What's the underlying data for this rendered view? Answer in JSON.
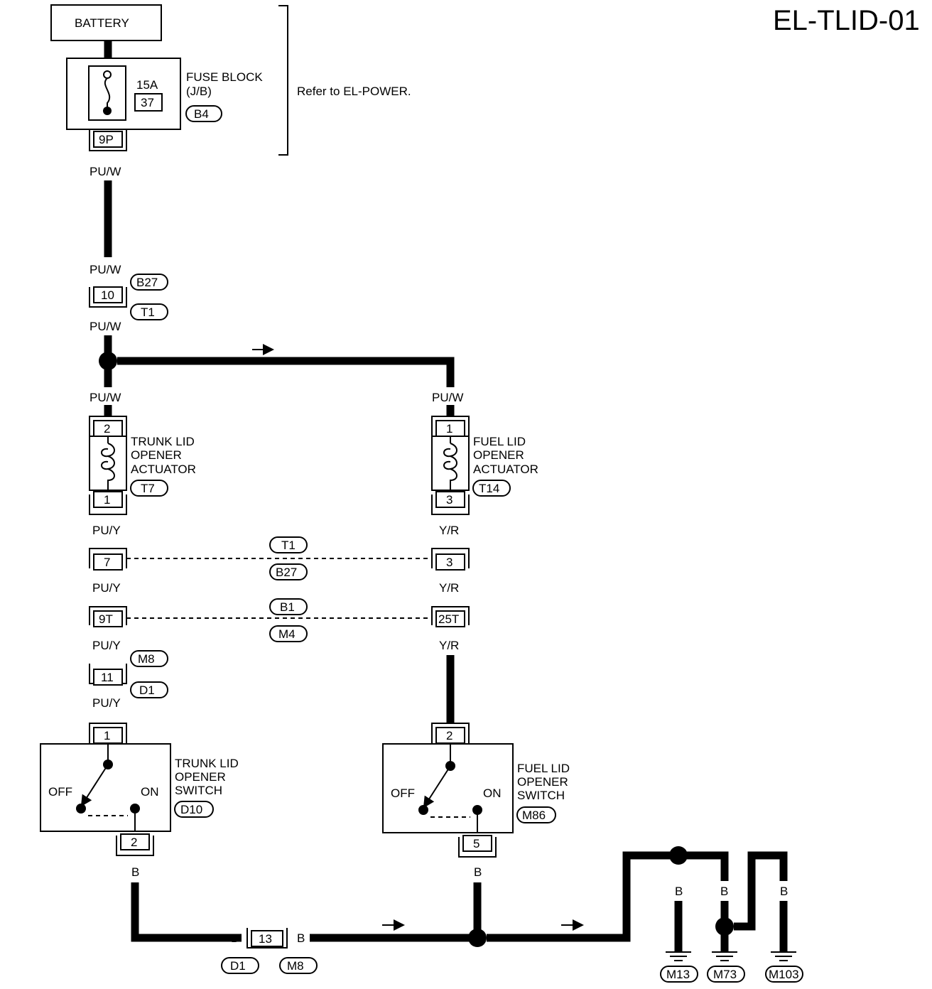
{
  "diagram_code": "EL-TLID-01",
  "battery": "BATTERY",
  "fuse": {
    "rating": "15A",
    "number": "37",
    "label_line1": "FUSE BLOCK",
    "label_line2": "(J/B)",
    "connector": "B4",
    "terminal": "9P"
  },
  "refer_note": "Refer to  EL-POWER.",
  "wires": {
    "pu_w": "PU/W",
    "pu_y": "PU/Y",
    "y_r": "Y/R",
    "b": "B"
  },
  "connectors": {
    "b27": "B27",
    "t1": "T1",
    "t7": "T7",
    "t14": "T14",
    "b1": "B1",
    "m4": "M4",
    "m8": "M8",
    "d1": "D1",
    "d10": "D10",
    "m86": "M86",
    "m13": "M13",
    "m73": "M73",
    "m103": "M103"
  },
  "pins": {
    "p10": "10",
    "p2": "2",
    "p1": "1",
    "p3": "3",
    "p7": "7",
    "p9t": "9T",
    "p25t": "25T",
    "p11": "11",
    "p5": "5",
    "p13": "13"
  },
  "trunk_actuator": {
    "line1": "TRUNK LID",
    "line2": "OPENER",
    "line3": "ACTUATOR"
  },
  "fuel_actuator": {
    "line1": "FUEL LID",
    "line2": "OPENER",
    "line3": "ACTUATOR"
  },
  "trunk_switch": {
    "line1": "TRUNK LID",
    "line2": "OPENER",
    "line3": "SWITCH"
  },
  "fuel_switch": {
    "line1": "FUEL LID",
    "line2": "OPENER",
    "line3": "SWITCH"
  },
  "switch_states": {
    "off": "OFF",
    "on": "ON"
  }
}
